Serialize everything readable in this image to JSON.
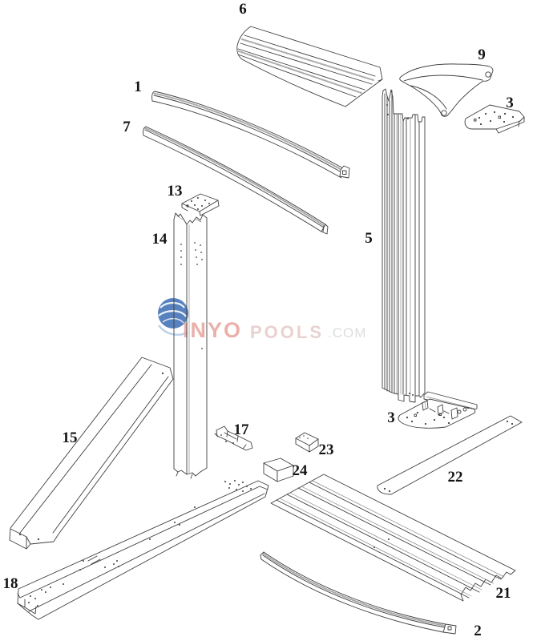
{
  "colors": {
    "line": "#3f3f3f",
    "accent_blue": "#4574b8",
    "wm_inyo": "#e7a39c",
    "wm_pools": "#e5cbca",
    "wm_com": "#d8d8d8"
  },
  "watermark": {
    "word1": "INYO",
    "word2": "POOLS",
    "word3": ".COM",
    "logo": "inyo-swirl-globe"
  },
  "labels": {
    "part6": "6",
    "part1": "1",
    "part7": "7",
    "part9": "9",
    "part3_top": "3",
    "part13": "13",
    "part14": "14",
    "part5": "5",
    "part15": "15",
    "part17": "17",
    "part23": "23",
    "part24": "24",
    "part3_bottom": "3",
    "part22": "22",
    "part18": "18",
    "part21": "21",
    "part2": "2"
  }
}
